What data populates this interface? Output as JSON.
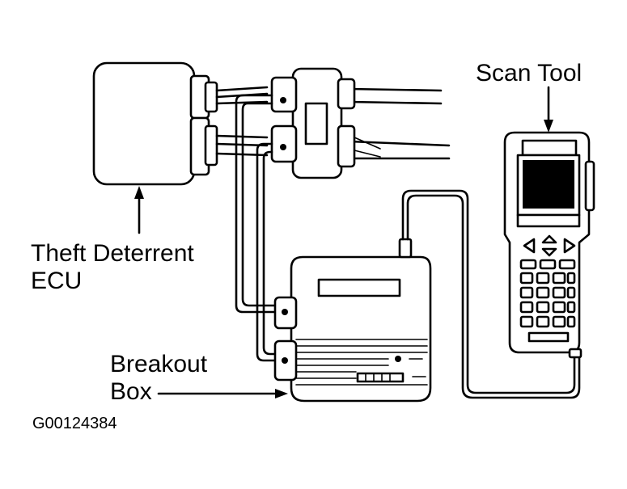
{
  "labels": {
    "scan_tool": "Scan Tool",
    "ecu_line1": "Theft Deterrent",
    "ecu_line2": "ECU",
    "breakout_line1": "Breakout",
    "breakout_line2": "Box",
    "figure_id": "G00124384"
  },
  "colors": {
    "ink": "#000000",
    "background": "#ffffff"
  }
}
